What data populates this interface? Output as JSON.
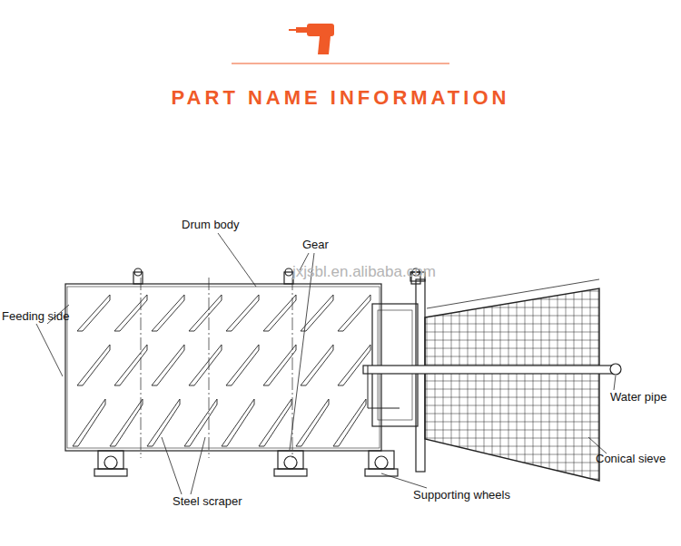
{
  "diagram": {
    "title": "PART NAME INFORMATION",
    "labels": [
      "Drum body",
      "Gear",
      "Feeding side",
      "jxjsbl.en.alibaba.com",
      "Water pipe",
      "Conical sieve",
      "Steel scraper",
      "Supporting wheels"
    ]
  }
}
